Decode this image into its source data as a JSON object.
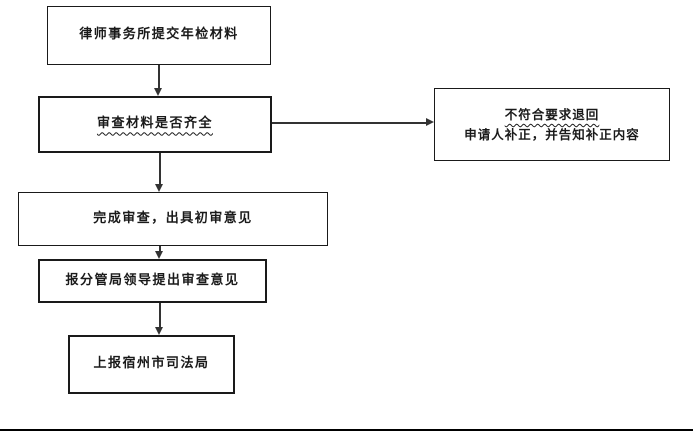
{
  "diagram": {
    "type": "flowchart",
    "nodes": [
      {
        "id": "submit",
        "label": "律师事务所提交年检材料"
      },
      {
        "id": "check-complete",
        "label": "审查材料是否齐全",
        "emphasis": "wavy-underline"
      },
      {
        "id": "return-correct",
        "lines": [
          "不符合要求退回",
          "申请人补正，并告知补正内容"
        ],
        "emphasis_line1": "wavy-underline"
      },
      {
        "id": "initial-opinion",
        "label": "完成审查，出具初审意见"
      },
      {
        "id": "leader-opinion",
        "label": "报分管局领导提出审查意见"
      },
      {
        "id": "report-city",
        "label": "上报宿州市司法局"
      }
    ],
    "edges": [
      {
        "from": "submit",
        "to": "check-complete",
        "direction": "down"
      },
      {
        "from": "check-complete",
        "to": "return-correct",
        "direction": "right"
      },
      {
        "from": "check-complete",
        "to": "initial-opinion",
        "direction": "down"
      },
      {
        "from": "initial-opinion",
        "to": "leader-opinion",
        "direction": "down"
      },
      {
        "from": "leader-opinion",
        "to": "report-city",
        "direction": "down"
      }
    ],
    "colors": {
      "background": "#ffffff",
      "box_border": "#1a1a1a",
      "text": "#1a1a1a",
      "arrow": "#333333",
      "bottom_rule": "#000000"
    }
  }
}
